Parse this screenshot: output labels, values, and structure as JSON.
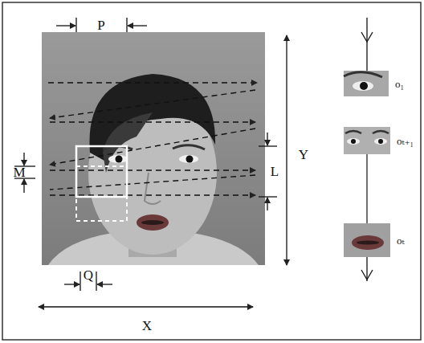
{
  "diagram": {
    "nodes": [
      {
        "text": [
          "o₁"
        ]
      },
      {
        "text": [
          "oₜ₊₁"
        ]
      },
      {
        "text": [
          "oₜ"
        ]
      }
    ],
    "edges": [
      {
        "from": 1,
        "to": 2,
        "arrow": "none"
      }
    ],
    "labels": [
      "P",
      "Y",
      "L",
      "M",
      "Q",
      "X"
    ]
  }
}
